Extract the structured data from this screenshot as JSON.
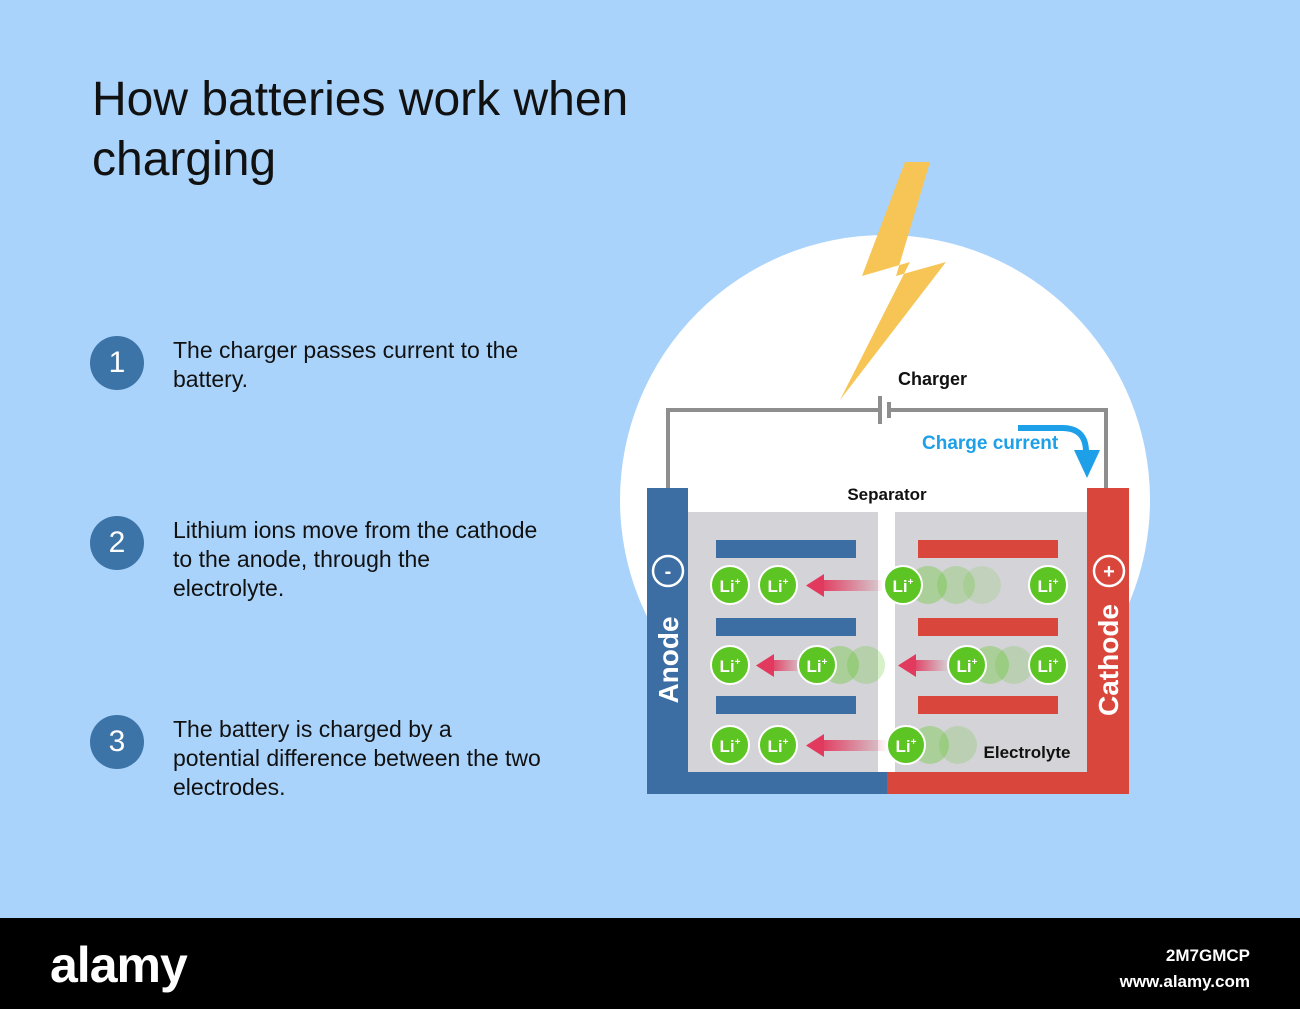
{
  "title": "How batteries work when charging",
  "steps": [
    {
      "number": "1",
      "text": "The charger passes current to the battery."
    },
    {
      "number": "2",
      "text": "Lithium ions move from the cathode to the anode, through the electrolyte."
    },
    {
      "number": "3",
      "text": "The battery is charged by a potential difference between the two electrodes."
    }
  ],
  "diagram": {
    "charger_label": "Charger",
    "charge_current_label": "Charge current",
    "separator_label": "Separator",
    "electrolyte_label": "Electrolyte",
    "anode_label": "Anode",
    "cathode_label": "Cathode",
    "anode_sign": "-",
    "cathode_sign": "+",
    "ion_label": "Li",
    "ion_charge": "+"
  },
  "footer": {
    "logo": "alamy",
    "image_id": "2M7GMCP",
    "url": "www.alamy.com"
  },
  "colors": {
    "background": "#a9d3fb",
    "anode": "#3c6ea4",
    "cathode": "#d9463c",
    "ion": "#5cc524",
    "arrow": "#e23a5e",
    "charge_current": "#1ea0e8",
    "bolt": "#f6c556",
    "step_badge": "#3c74a8"
  }
}
